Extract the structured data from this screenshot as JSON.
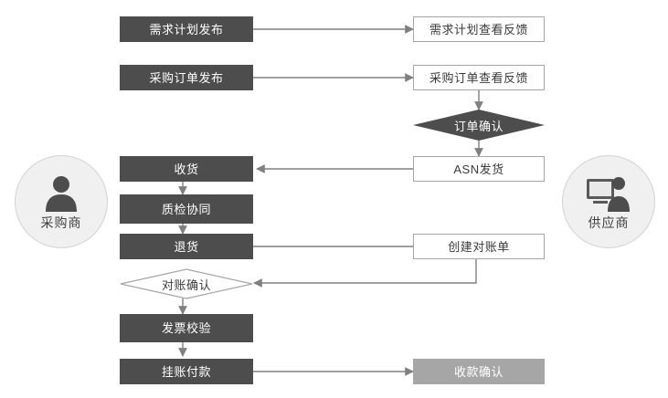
{
  "diagram": {
    "title": "",
    "colors": {
      "dark_node_bg": "#4d4d4d",
      "light_node_bg": "#ffffff",
      "gray_node_bg": "#a6a6a6",
      "node_border": "#a6a6a6",
      "line": "#808080",
      "actor_bg": "#f0f0f0",
      "text_dark": "#3a3a3a",
      "text_light": "#ffffff"
    },
    "actors": [
      {
        "id": "buyer",
        "label": "采购商",
        "icon": "person-icon"
      },
      {
        "id": "supplier",
        "label": "供应商",
        "icon": "person-computer-icon"
      }
    ],
    "nodes": [
      {
        "id": "n1",
        "label": "需求计划发布",
        "style": "dark"
      },
      {
        "id": "n2",
        "label": "需求计划查看反馈",
        "style": "light"
      },
      {
        "id": "n3",
        "label": "采购订单发布",
        "style": "dark"
      },
      {
        "id": "n4",
        "label": "采购订单查看反馈",
        "style": "light"
      },
      {
        "id": "n5",
        "label": "订单确认",
        "style": "diamond-dark"
      },
      {
        "id": "n6",
        "label": "收货",
        "style": "dark"
      },
      {
        "id": "n7",
        "label": "ASN发货",
        "style": "light"
      },
      {
        "id": "n8",
        "label": "质检协同",
        "style": "dark"
      },
      {
        "id": "n9",
        "label": "退货",
        "style": "dark"
      },
      {
        "id": "n10",
        "label": "创建对账单",
        "style": "light"
      },
      {
        "id": "n11",
        "label": "对账确认",
        "style": "diamond-light"
      },
      {
        "id": "n12",
        "label": "发票校验",
        "style": "dark"
      },
      {
        "id": "n13",
        "label": "挂账付款",
        "style": "dark"
      },
      {
        "id": "n14",
        "label": "收款确认",
        "style": "gray"
      }
    ],
    "edges": [
      {
        "from": "n1",
        "to": "n2",
        "arrow": true
      },
      {
        "from": "n3",
        "to": "n4",
        "arrow": true
      },
      {
        "from": "n4",
        "to": "n5",
        "arrow": true
      },
      {
        "from": "n5",
        "to": "n7",
        "arrow": true
      },
      {
        "from": "n7",
        "to": "n6",
        "arrow": true
      },
      {
        "from": "n6",
        "to": "n8",
        "arrow": true
      },
      {
        "from": "n8",
        "to": "n9",
        "arrow": true
      },
      {
        "from": "n9",
        "to": "n10",
        "arrow": true
      },
      {
        "from": "n10",
        "to": "n11",
        "arrow": true
      },
      {
        "from": "n11",
        "to": "n12",
        "arrow": true
      },
      {
        "from": "n12",
        "to": "n13",
        "arrow": true
      },
      {
        "from": "n13",
        "to": "n14",
        "arrow": true
      }
    ]
  }
}
